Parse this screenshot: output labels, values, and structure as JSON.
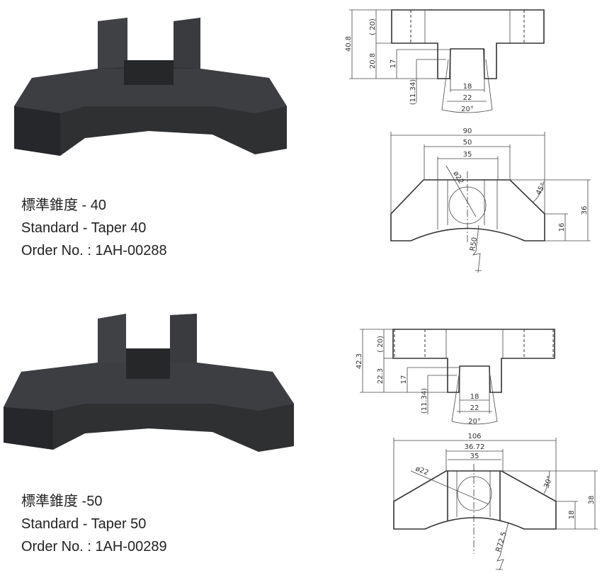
{
  "products": [
    {
      "title_zh": "標準錐度 - 40",
      "title_en": "Standard - Taper 40",
      "order_no": "Order No. : 1AH-00288",
      "front_view": {
        "overall_height": "40.8",
        "top_height": "( 20)",
        "lower_height": "20.8",
        "slot_depth": "17",
        "ref_depth": "(11.34)",
        "inner_width": "18",
        "outer_width": "22",
        "angle": "20°"
      },
      "top_view": {
        "overall_width": "90",
        "top_width": "50",
        "slot_width": "35",
        "hole_dia": "ø22",
        "height": "36",
        "side_height": "16",
        "chamfer_angle": "45°",
        "radius": "R50"
      }
    },
    {
      "title_zh": "標準錐度 -50",
      "title_en": "Standard - Taper 50",
      "order_no": "Order No. : 1AH-00289",
      "front_view": {
        "overall_height": "42.3",
        "top_height": "( 20)",
        "lower_height": "22.3",
        "slot_depth": "17",
        "ref_depth": "(11.34)",
        "inner_width": "18",
        "outer_width": "22",
        "angle": "20°"
      },
      "top_view": {
        "overall_width": "106",
        "top_width": "36.72",
        "slot_width": "35",
        "hole_dia": "ø22",
        "height": "38",
        "side_height": "18",
        "chamfer_angle": "30°",
        "radius": "R72.5"
      }
    }
  ],
  "colors": {
    "part": "#2e2f31",
    "line": "#333333"
  }
}
